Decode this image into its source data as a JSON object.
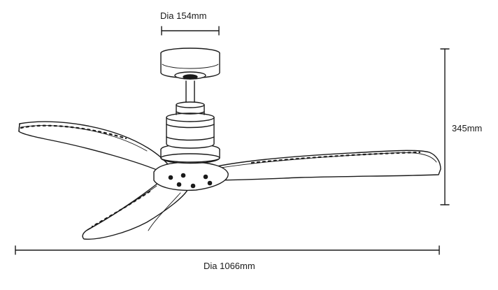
{
  "dimensions": {
    "canopy_diameter": "Dia 154mm",
    "height": "345mm",
    "blade_span_diameter": "Dia 1066mm"
  },
  "colors": {
    "line": "#1a1a1a",
    "background": "#ffffff",
    "blade_edge_fill": "#ffffff"
  },
  "parts": [
    "canopy",
    "downrod",
    "motor-housing",
    "hub",
    "blade-left",
    "blade-right",
    "blade-front"
  ]
}
